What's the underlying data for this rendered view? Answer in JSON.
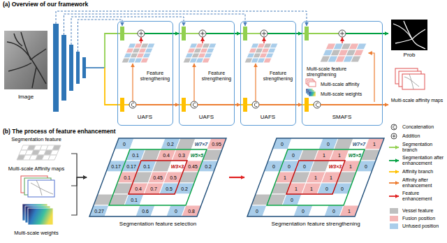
{
  "diagram": {
    "nodes": [
      {
        "text": [
          "Image"
        ]
      },
      {
        "text": [
          "Feature strengthening",
          "UAFS"
        ]
      },
      {
        "text": [
          "Feature strengthening",
          "UAFS"
        ]
      },
      {
        "text": [
          "Feature strengthening",
          "UAFS"
        ]
      },
      {
        "text": [
          "Multi-scale feature strengthening",
          "Multi-scale affinity",
          "Multi-scale weights",
          "SMAFS"
        ]
      },
      {
        "text": [
          "Prob"
        ]
      },
      {
        "text": [
          "Multi-scale affinity maps"
        ]
      },
      {
        "text": [
          "Segmentation feature"
        ]
      },
      {
        "text": [
          "Multi-scale Affinity maps"
        ]
      },
      {
        "text": [
          "Multi-scale weights"
        ]
      },
      {
        "text": [
          "Segmentation feature selection"
        ]
      },
      {
        "text": [
          "Segmentation feature strengthening"
        ]
      }
    ],
    "edges": [
      {
        "from": 1,
        "to": 2,
        "arrow": "to"
      },
      {
        "from": 1,
        "to": 2,
        "arrow": "to"
      },
      {
        "from": 2,
        "to": 3,
        "arrow": "to"
      },
      {
        "from": 2,
        "to": 3,
        "arrow": "to"
      },
      {
        "from": 3,
        "to": 4,
        "arrow": "to"
      },
      {
        "from": 3,
        "to": 4,
        "arrow": "to"
      },
      {
        "from": 4,
        "to": 5,
        "arrow": "to"
      },
      {
        "from": 4,
        "to": 6,
        "arrow": "to"
      },
      {
        "from": 7,
        "to": 10,
        "arrow": "to"
      },
      {
        "from": 8,
        "to": 10,
        "arrow": "to"
      },
      {
        "from": 9,
        "to": 10,
        "arrow": "to"
      },
      {
        "from": 10,
        "to": 11,
        "arrow": "to"
      }
    ],
    "labels": [
      "(a) Overview of our framework",
      "(b) The process of feature enhancement",
      "0",
      "0.2",
      "W7×7",
      "0.95",
      "0.1",
      "0.4",
      "0.3",
      "W5×5",
      "0.17",
      "0.17",
      "0.1",
      "W3×3",
      "0.45",
      "0.2",
      "0.1",
      "0.45",
      "0.5",
      "0.4",
      "0.7",
      "0.5",
      "0.2",
      "0.1",
      "0.27",
      "0.6",
      "0",
      "0.8",
      "0",
      "0",
      "W7×7",
      "1",
      "0",
      "1",
      "1",
      "W5×5",
      "0",
      "0",
      "0",
      "W3×3",
      "1",
      "0",
      "1",
      "1",
      "1",
      "1",
      "1",
      "0",
      "0",
      "0",
      "0",
      "0",
      "0",
      "1"
    ],
    "legend": [
      {
        "text": "Concatenation"
      },
      {
        "text": "Addition"
      },
      {
        "text": "Segmentation branch"
      },
      {
        "text": "Segmentation after enhancement"
      },
      {
        "text": "Affinity branch"
      },
      {
        "text": "Affinity after enhancement"
      },
      {
        "text": "Feature enhancement"
      },
      {
        "text": "Vessel feature",
        "color": "#bfbfbf"
      },
      {
        "text": "Fusion position",
        "color": "#f4b6b6"
      },
      {
        "text": "Unfused position",
        "color": "#a9cdea"
      }
    ]
  }
}
